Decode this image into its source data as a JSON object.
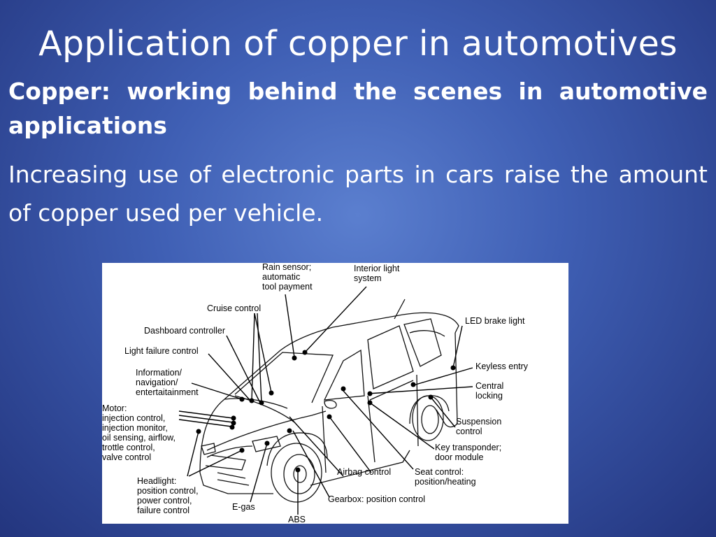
{
  "slide": {
    "title": "Application of copper in automotives",
    "subtitle": "Copper: working behind the scenes in automotive applications",
    "body": "Increasing use of electronic parts in cars raise the amount of copper used per vehicle."
  },
  "diagram": {
    "labels": {
      "rain_sensor": "Rain sensor;\nautomatic\ntool payment",
      "interior_light": "Interior light\nsystem",
      "cruise_control": "Cruise control",
      "led_brake_light": "LED brake light",
      "dashboard_controller": "Dashboard controller",
      "light_failure_control": "Light failure control",
      "keyless_entry": "Keyless entry",
      "information": "Information/\nnavigation/\nentertaitainment",
      "central_locking": "Central\nlocking",
      "motor": "Motor:\ninjection control,\ninjection monitor,\noil sensing, airflow,\ntrottle control,\nvalve control",
      "suspension_control": "Suspension\ncontrol",
      "key_transponder": "Key transponder;\ndoor module",
      "headlight": "Headlight:\nposition control,\npower control,\nfailure control",
      "airbag_control": "Airbag control",
      "seat_control": "Seat control:\nposition/heating",
      "gearbox": "Gearbox: position control",
      "egas": "E-gas",
      "abs": "ABS"
    }
  }
}
